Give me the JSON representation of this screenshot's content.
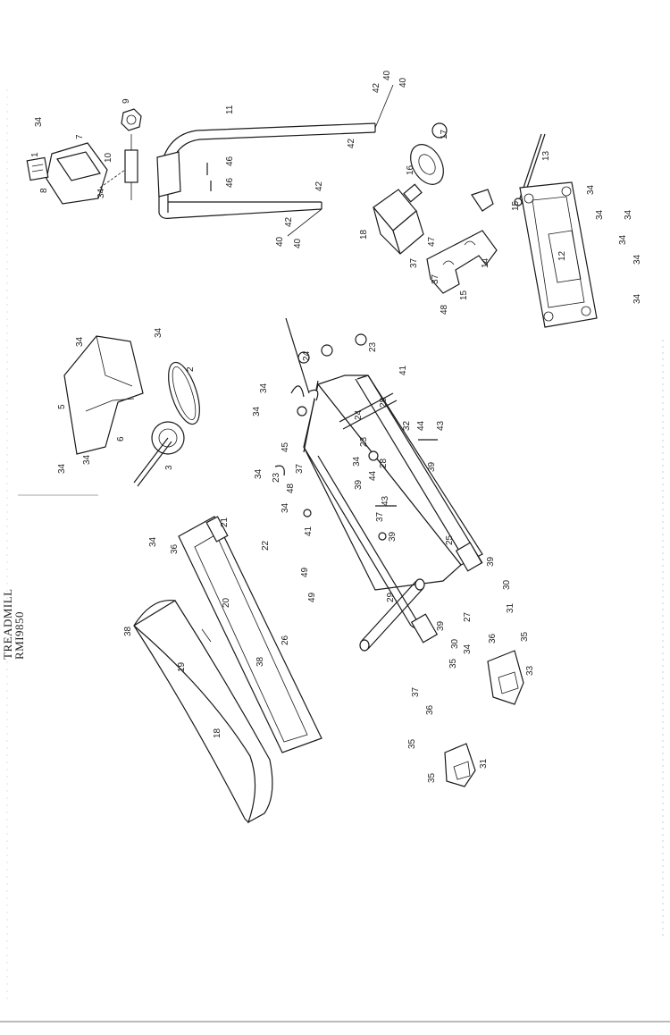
{
  "title": {
    "line1": "TREADMILL",
    "line2": "RMI9850"
  },
  "callouts": [
    {
      "id": "c1",
      "label": "34"
    },
    {
      "id": "c2",
      "label": "7"
    },
    {
      "id": "c3",
      "label": "8"
    },
    {
      "id": "c4",
      "label": "34"
    },
    {
      "id": "c5",
      "label": "9"
    },
    {
      "id": "c6",
      "label": "10"
    },
    {
      "id": "c7",
      "label": "46"
    },
    {
      "id": "c8",
      "label": "46"
    },
    {
      "id": "c9",
      "label": "11"
    },
    {
      "id": "c10",
      "label": "42"
    },
    {
      "id": "c11",
      "label": "40"
    },
    {
      "id": "c12",
      "label": "40"
    },
    {
      "id": "c13",
      "label": "42"
    },
    {
      "id": "c14",
      "label": "42"
    },
    {
      "id": "c15",
      "label": "42"
    },
    {
      "id": "c16",
      "label": "40"
    },
    {
      "id": "c17",
      "label": "40"
    },
    {
      "id": "c18",
      "label": "17"
    },
    {
      "id": "c19",
      "label": "16"
    },
    {
      "id": "c20",
      "label": "18"
    },
    {
      "id": "c21",
      "label": "13"
    },
    {
      "id": "c22",
      "label": "34"
    },
    {
      "id": "c23",
      "label": "34"
    },
    {
      "id": "c24",
      "label": "34"
    },
    {
      "id": "c25",
      "label": "34"
    },
    {
      "id": "c26",
      "label": "34"
    },
    {
      "id": "c27",
      "label": "34"
    },
    {
      "id": "c28",
      "label": "14"
    },
    {
      "id": "c29",
      "label": "15"
    },
    {
      "id": "c30",
      "label": "15"
    },
    {
      "id": "c31",
      "label": "47"
    },
    {
      "id": "c32",
      "label": "37"
    },
    {
      "id": "c33",
      "label": "37"
    },
    {
      "id": "c34",
      "label": "48"
    },
    {
      "id": "c35",
      "label": "34"
    },
    {
      "id": "c36",
      "label": "34"
    },
    {
      "id": "c37",
      "label": "5"
    },
    {
      "id": "c38",
      "label": "2"
    },
    {
      "id": "c39",
      "label": "6"
    },
    {
      "id": "c40",
      "label": "3"
    },
    {
      "id": "c41",
      "label": "34"
    },
    {
      "id": "c42",
      "label": "24"
    },
    {
      "id": "c43",
      "label": "23"
    },
    {
      "id": "c44",
      "label": "41"
    },
    {
      "id": "c45",
      "label": "34"
    },
    {
      "id": "c46",
      "label": "24"
    },
    {
      "id": "c47",
      "label": "23"
    },
    {
      "id": "c48",
      "label": "34"
    },
    {
      "id": "c49",
      "label": "28"
    },
    {
      "id": "c50",
      "label": "32"
    },
    {
      "id": "c51",
      "label": "44"
    },
    {
      "id": "c52",
      "label": "43"
    },
    {
      "id": "c53",
      "label": "34"
    },
    {
      "id": "c54",
      "label": "25"
    },
    {
      "id": "c55",
      "label": "28"
    },
    {
      "id": "c56",
      "label": "39"
    },
    {
      "id": "c57",
      "label": "45"
    },
    {
      "id": "c58",
      "label": "34"
    },
    {
      "id": "c59",
      "label": "23"
    },
    {
      "id": "c60",
      "label": "37"
    },
    {
      "id": "c61",
      "label": "48"
    },
    {
      "id": "c62",
      "label": "39"
    },
    {
      "id": "c63",
      "label": "44"
    },
    {
      "id": "c64",
      "label": "43"
    },
    {
      "id": "c65",
      "label": "34"
    },
    {
      "id": "c66",
      "label": "41"
    },
    {
      "id": "c67",
      "label": "37"
    },
    {
      "id": "c68",
      "label": "39"
    },
    {
      "id": "c69",
      "label": "21"
    },
    {
      "id": "c70",
      "label": "36"
    },
    {
      "id": "c71",
      "label": "22"
    },
    {
      "id": "c72",
      "label": "49"
    },
    {
      "id": "c73",
      "label": "49"
    },
    {
      "id": "c74",
      "label": "20"
    },
    {
      "id": "c75",
      "label": "26"
    },
    {
      "id": "c76",
      "label": "38"
    },
    {
      "id": "c77",
      "label": "38"
    },
    {
      "id": "c78",
      "label": "19"
    },
    {
      "id": "c79",
      "label": "18"
    },
    {
      "id": "c80",
      "label": "29"
    },
    {
      "id": "c81",
      "label": "39"
    },
    {
      "id": "c82",
      "label": "30"
    },
    {
      "id": "c83",
      "label": "31"
    },
    {
      "id": "c84",
      "label": "39"
    },
    {
      "id": "c85",
      "label": "27"
    },
    {
      "id": "c86",
      "label": "30"
    },
    {
      "id": "c87",
      "label": "35"
    },
    {
      "id": "c88",
      "label": "34"
    },
    {
      "id": "c89",
      "label": "36"
    },
    {
      "id": "c90",
      "label": "33"
    },
    {
      "id": "c91",
      "label": "35"
    },
    {
      "id": "c92",
      "label": "37"
    },
    {
      "id": "c93",
      "label": "36"
    },
    {
      "id": "c94",
      "label": "35"
    },
    {
      "id": "c95",
      "label": "35"
    },
    {
      "id": "c96",
      "label": "31"
    },
    {
      "id": "c97",
      "label": "34"
    },
    {
      "id": "c98",
      "label": "34"
    },
    {
      "id": "c99",
      "label": "12"
    },
    {
      "id": "c100",
      "label": "1"
    }
  ]
}
